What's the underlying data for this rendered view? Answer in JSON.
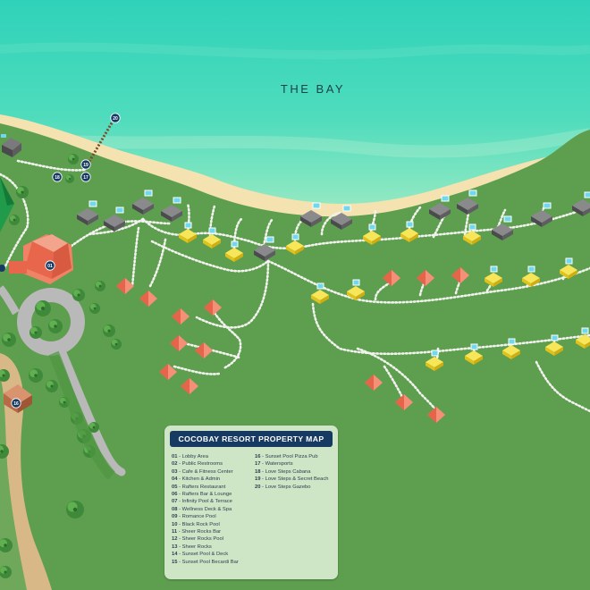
{
  "map": {
    "water_label": "THE BAY",
    "colors": {
      "water_deep": "#2fd2b9",
      "water_light": "#8ee8c2",
      "sand": "#f4e2b0",
      "grass": "#5e9e4f",
      "path": "#f2f2ee",
      "villa_gray": "#6d6d70",
      "villa_yellow": "#f3dc2e",
      "villa_coral": "#ef6b52",
      "pool": "#6fd7ee",
      "marker": "#173a63"
    },
    "markers": [
      "01",
      "16",
      "17",
      "18",
      "19",
      "20"
    ]
  },
  "legend": {
    "title": "COCOBAY RESORT PROPERTY MAP",
    "column_1": [
      {
        "number": "01",
        "name": "- Lobby Area"
      },
      {
        "number": "02",
        "name": "- Public Restrooms"
      },
      {
        "number": "03",
        "name": "- Cafe & Fitness Center"
      },
      {
        "number": "04",
        "name": "- Kitchen & Admin"
      },
      {
        "number": "05",
        "name": "- Rafters Restaurant"
      },
      {
        "number": "06",
        "name": "- Rafters Bar & Lounge"
      },
      {
        "number": "07",
        "name": "- Infinity Pool & Terrace"
      },
      {
        "number": "08",
        "name": "- Wellness Deck & Spa"
      },
      {
        "number": "09",
        "name": "- Romance Pool"
      },
      {
        "number": "10",
        "name": "- Black Rock Pool"
      },
      {
        "number": "11",
        "name": "- Sheer Rocks Bar"
      },
      {
        "number": "12",
        "name": "- Sheer Rocks Pool"
      },
      {
        "number": "13",
        "name": "- Sheer Rocks"
      },
      {
        "number": "14",
        "name": "- Sunset Pool & Deck"
      },
      {
        "number": "15",
        "name": "- Sunset Pool Becardi Bar"
      }
    ],
    "column_2": [
      {
        "number": "16",
        "name": "- Sunset Pool Pizza Pub"
      },
      {
        "number": "17",
        "name": "- Watersports"
      },
      {
        "number": "18",
        "name": "- Love Steps Cabana"
      },
      {
        "number": "19",
        "name": "- Love Steps & Secret Beach"
      },
      {
        "number": "20",
        "name": "- Love Steps Gazebo"
      }
    ]
  }
}
